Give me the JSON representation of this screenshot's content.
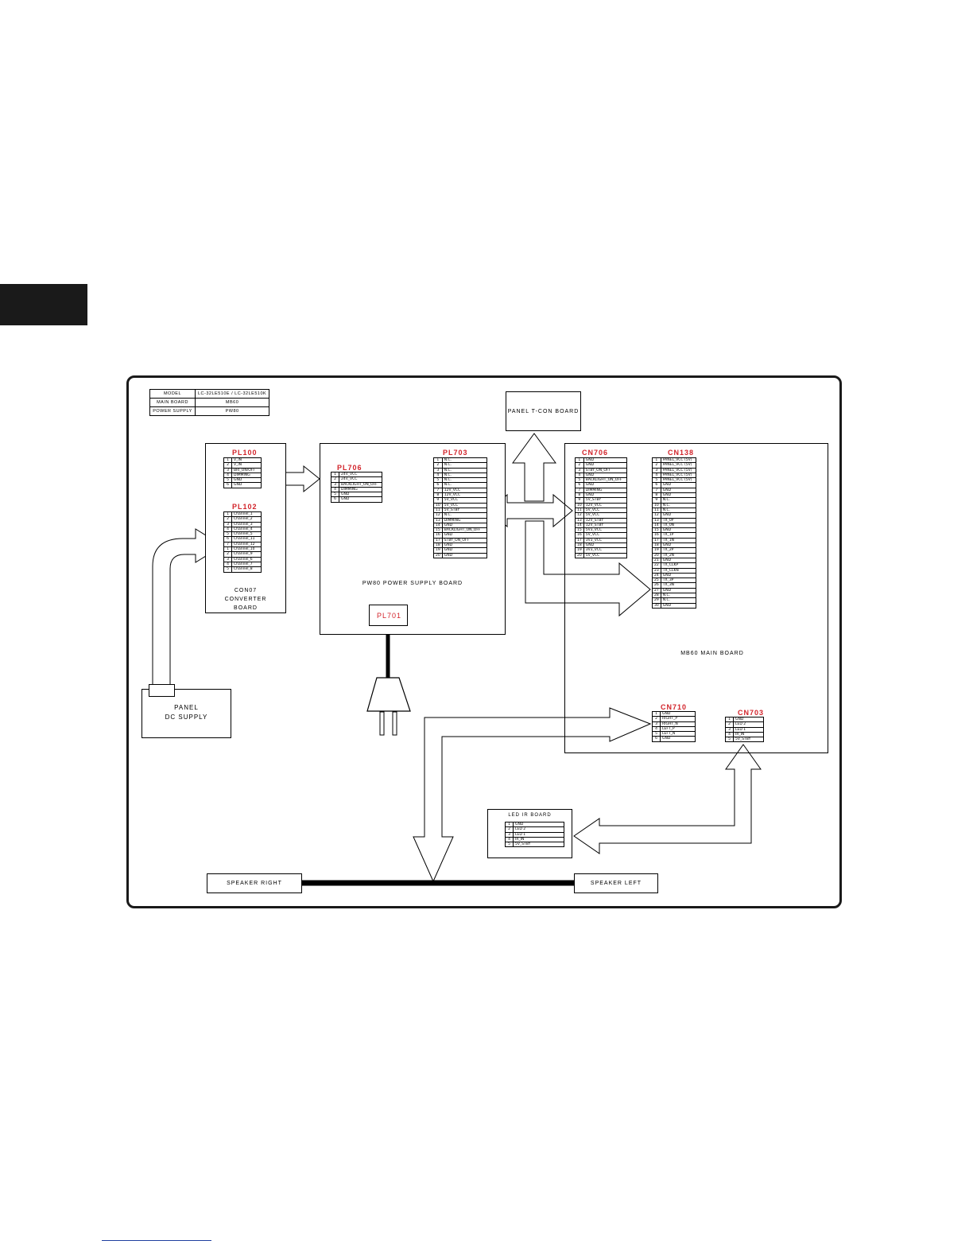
{
  "model_table": [
    {
      "key": "MODEL",
      "value": "LC-32LE510E / LC-32LE510K"
    },
    {
      "key": "MAIN BOARD",
      "value": "MB60"
    },
    {
      "key": "POWER SUPPLY",
      "value": "PW80"
    }
  ],
  "boards": {
    "panel_tcon": "PANEL T-CON BOARD",
    "con07": [
      "CON07",
      "CONVERTER",
      "BOARD"
    ],
    "pw80": "PW80 POWER SUPPLY BOARD",
    "mb60": "MB60 MAIN BOARD",
    "panel_dc": [
      "PANEL",
      "DC SUPPLY"
    ],
    "led_ir": "LED IR BOARD",
    "speaker_right": "SPEAKER RIGHT",
    "speaker_left": "SPEAKER LEFT"
  },
  "connectors": {
    "pl100": {
      "name": "PL100",
      "pins": [
        "V_IN",
        "V_IN",
        "BRI_ON/OFF",
        "DIMMING",
        "GND",
        "GND"
      ]
    },
    "pl102": {
      "name": "PL102",
      "pins": [
        "Channel_1",
        "Channel_2",
        "Channel_3",
        "Channel_4",
        "Channel_5",
        "Channel_11",
        "Channel_12",
        "Channel_10",
        "Channel_9",
        "Channel_6",
        "Channel_7",
        "Channel_8"
      ],
      "nums": [
        "1",
        "2",
        "3",
        "4",
        "5",
        "6",
        "7",
        "1",
        "2",
        "3",
        "4",
        "5"
      ]
    },
    "pl706": {
      "name": "PL706",
      "pins": [
        "24V_VCC",
        "24V_VCC",
        "BACKLIGHT_ON_OFF",
        "DIMMING",
        "GND",
        "GND"
      ]
    },
    "pl703": {
      "name": "PL703",
      "pins": [
        "N.C.",
        "N.C.",
        "N.C.",
        "N.C.",
        "N.C.",
        "N.C.",
        "12V_VCC",
        "12V_VCC",
        "5V_VCC",
        "5V_VCC",
        "5V_STBY",
        "N.C.",
        "DIMMING",
        "GND",
        "BACKLIGHT_ON_OFF",
        "GND",
        "STBY_ON_OFF",
        "GND",
        "GND",
        "GND"
      ]
    },
    "pl701": {
      "name": "PL701"
    },
    "cn706": {
      "name": "CN706",
      "pins": [
        "GND",
        "GND",
        "STBY_ON_OFF",
        "GND",
        "BACKLIGHT_ON_OFF",
        "GND",
        "DIMMING",
        "GND",
        "5V_STBY",
        "12V_VCC",
        "5V_VCC",
        "5V_VCC",
        "12V_STBY",
        "12V_STBY",
        "5V3_VCC",
        "5V_VCC",
        "3V3_VCC",
        "GND",
        "3V3_VCC",
        "5V_VCC"
      ]
    },
    "cn138": {
      "name": "CN138",
      "pins": [
        "PANEL_VCC (5V)",
        "PANEL_VCC (5V)",
        "PANEL_VCC (5V)",
        "PANEL_VCC (5V)",
        "PANEL_VCC (5V)",
        "GND",
        "GND",
        "GND",
        "N.C.",
        "N.C.",
        "N.C.",
        "GND",
        "TX_0P",
        "TX_0N",
        "GND",
        "TX_1P",
        "TX_1N",
        "GND",
        "TX_2P",
        "TX_2N",
        "GND",
        "TX_CLKP",
        "TX_CLKN",
        "GND",
        "TX_3P",
        "TX_3N",
        "GND",
        "N.C.",
        "N.C.",
        "GND"
      ]
    },
    "cn710": {
      "name": "CN710",
      "pins": [
        "GND",
        "RIGHT_P",
        "RIGHT_N",
        "LEFT_P",
        "LEFT_N",
        "GND"
      ]
    },
    "cn703": {
      "name": "CN703",
      "pins": [
        "GND",
        "LED 2",
        "LED 1",
        "IR_IN",
        "5V_STBY"
      ]
    },
    "led_ir": {
      "pins": [
        "GND",
        "LED 2",
        "LED 1",
        "IR_IN",
        "5V_STBY"
      ]
    }
  }
}
